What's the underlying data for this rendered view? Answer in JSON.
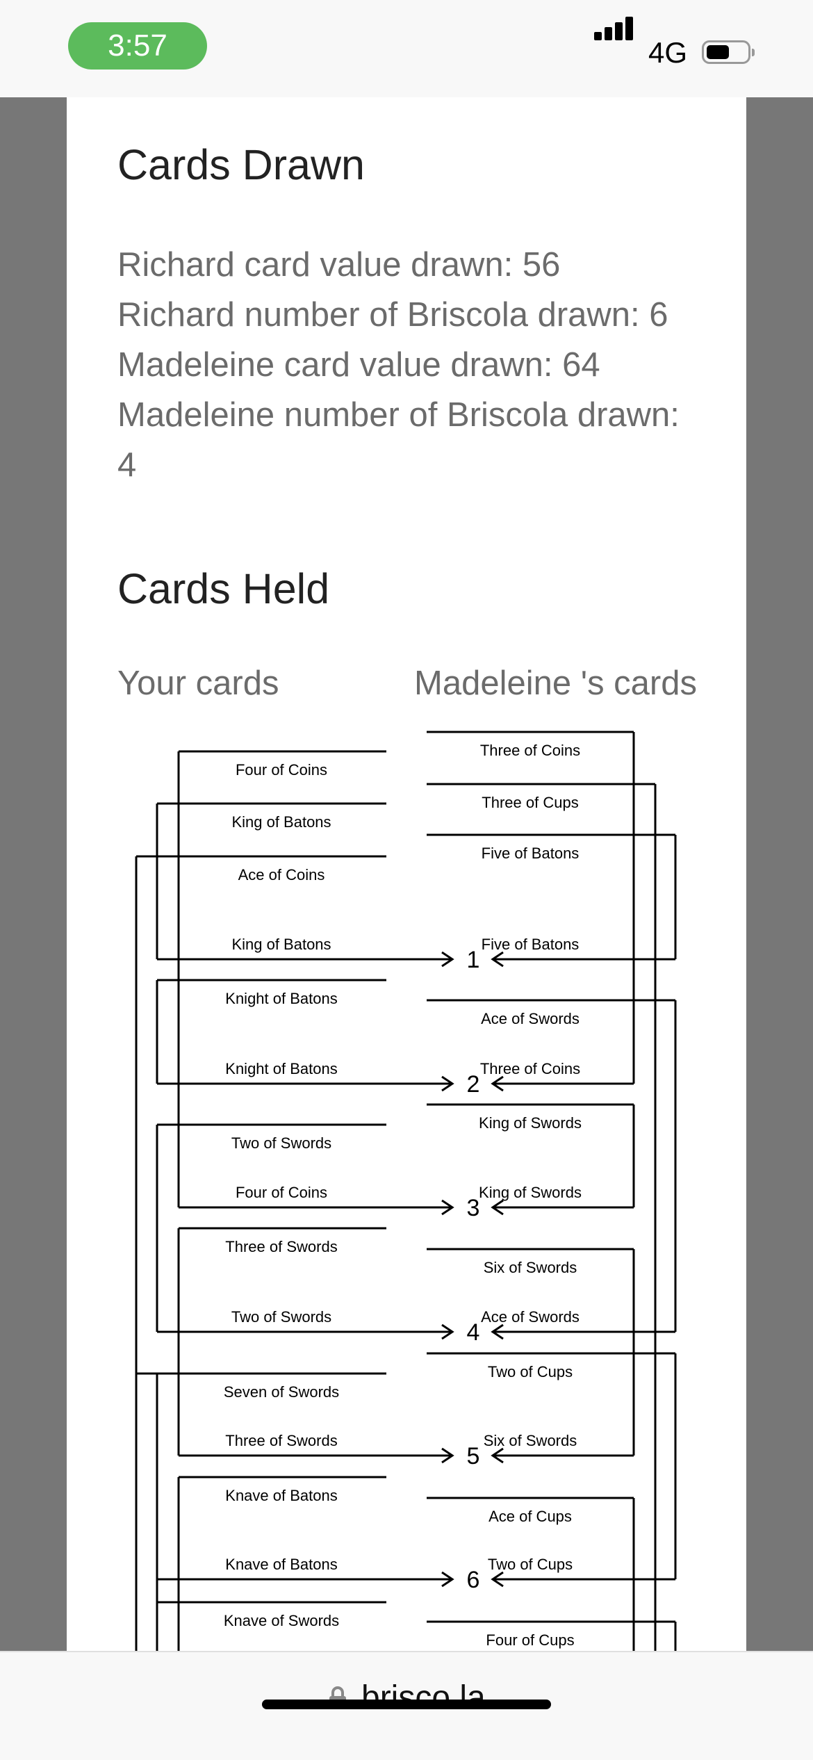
{
  "status_bar": {
    "time": "3:57",
    "network": "4G"
  },
  "drawn": {
    "title": "Cards Drawn",
    "lines": [
      "Richard card value drawn: 56",
      "Richard number of Briscola drawn: 6",
      "Madeleine card value drawn: 64",
      "Madeleine number of Briscola drawn:",
      "4"
    ]
  },
  "held": {
    "title": "Cards Held",
    "your_label": "Your cards",
    "opponent_label": "Madeleine 's cards"
  },
  "rounds": [
    {
      "number": "1",
      "your_card": "King of Batons",
      "their_card": "Five of Batons"
    },
    {
      "number": "2",
      "your_card": "Knight of Batons",
      "their_card": "Three of Coins"
    },
    {
      "number": "3",
      "your_card": "Four of Coins",
      "their_card": "King of Swords"
    },
    {
      "number": "4",
      "your_card": "Two of Swords",
      "their_card": "Ace of Swords"
    },
    {
      "number": "5",
      "your_card": "Three of Swords",
      "their_card": "Six of Swords"
    },
    {
      "number": "6",
      "your_card": "Knave of Batons",
      "their_card": "Two of Cups"
    }
  ],
  "your_held": [
    "Four of Coins",
    "King of Batons",
    "Ace of Coins",
    "Knight of Batons",
    "Two of Swords",
    "Three of Swords",
    "Seven of Swords",
    "Knave of Batons",
    "Knave of Swords"
  ],
  "their_held": [
    "Three of Coins",
    "Three of Cups",
    "Five of Batons",
    "Ace of Swords",
    "King of Swords",
    "Six of Swords",
    "Two of Cups",
    "Ace of Cups",
    "Four of Cups"
  ],
  "browser": {
    "url": "brisco.la"
  }
}
